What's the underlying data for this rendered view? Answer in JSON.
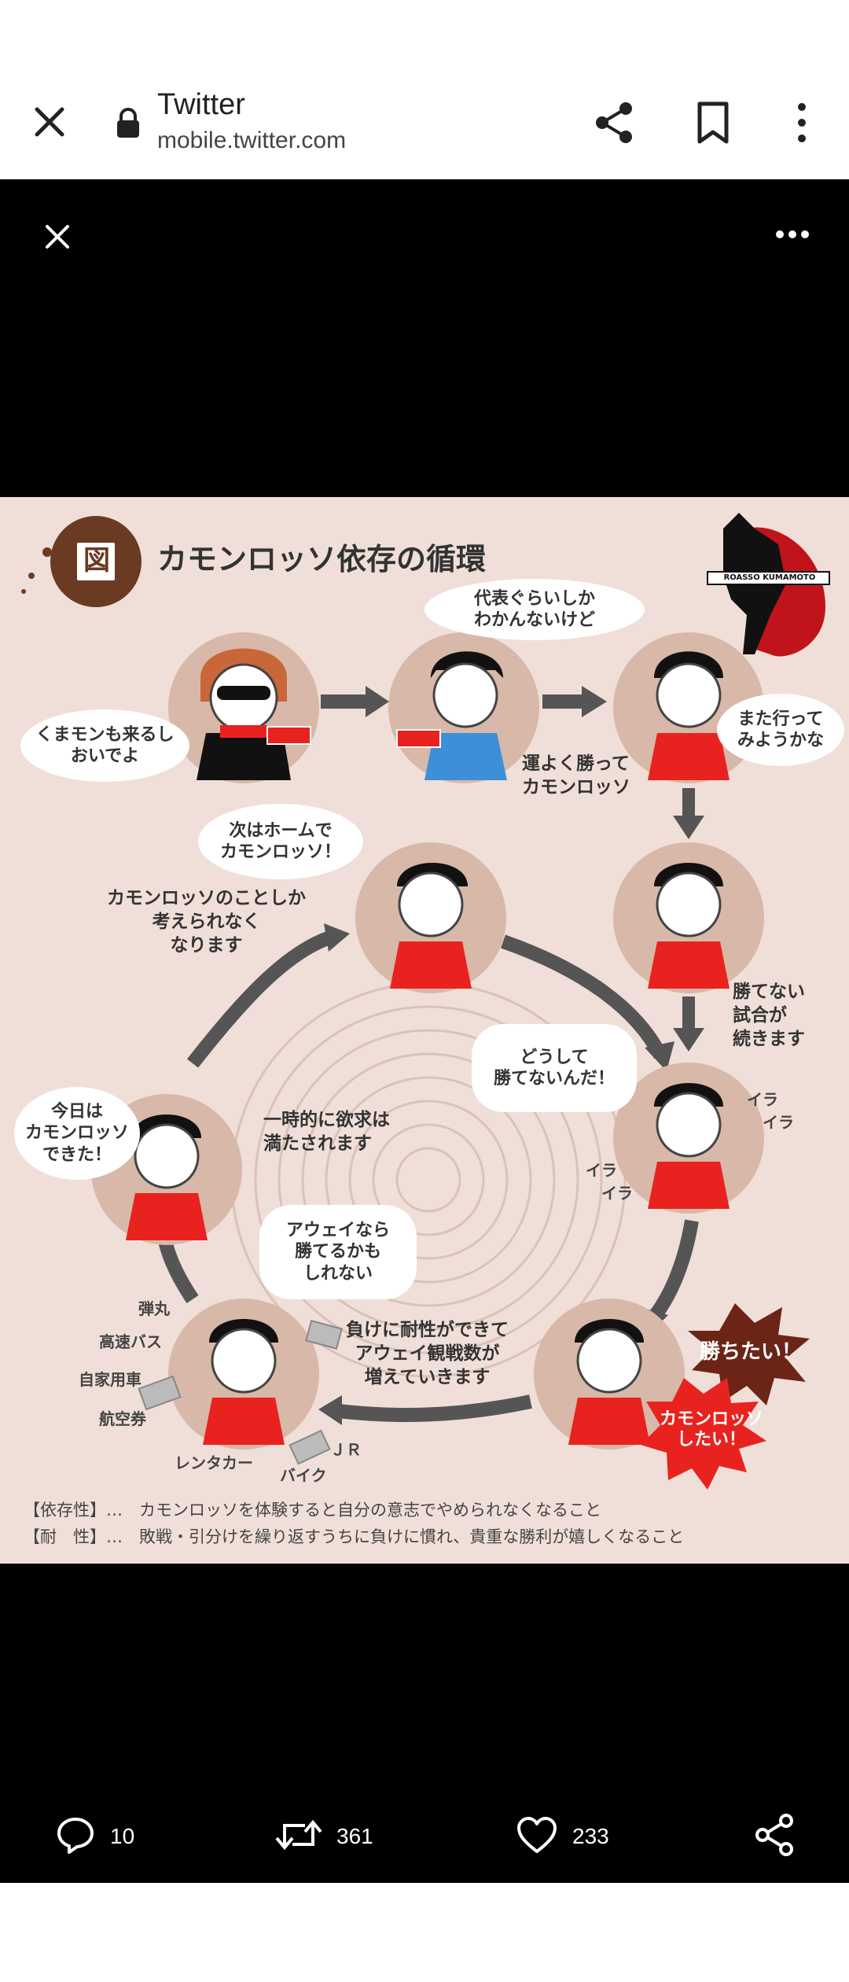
{
  "browser": {
    "title": "Twitter",
    "url": "mobile.twitter.com"
  },
  "infographic": {
    "badge": "図",
    "title": "カモンロッソ依存の循環",
    "logo_text": "ROASSO KUMAMOTO",
    "bubbles": {
      "kumamon": "くまモンも来るし\nおいでよ",
      "daihyo": "代表ぐらいしか\nわかんないけど",
      "mata": "また行って\nみようかな",
      "tsugi": "次はホームで\nカモンロッソ！",
      "kyou": "今日は\nカモンロッソ\nできた！",
      "doushite": "どうして\n勝てないんだ！",
      "away": "アウェイなら\n勝てるかも\nしれない"
    },
    "notes": {
      "unyoku": "運よく勝って\nカモンロッソ",
      "kotoshika": "カモンロッソのことしか\n考えられなく\nなります",
      "katenai": "勝てない\n試合が\n続きます",
      "ichiji": "一時的に欲求は\n満たされます",
      "makeni": "負けに耐性ができて\nアウェイ観戦数が\n増えていきます",
      "ira1": "イラ\n　イラ",
      "ira2": "イラ\n　イラ"
    },
    "transport": [
      "弾丸",
      "高速バス",
      "自家用車",
      "航空券",
      "レンタカー",
      "ＪＲ",
      "バイク"
    ],
    "bursts": {
      "kachitai": "勝ちたい！",
      "shitai": "カモンロッソ\nしたい！"
    },
    "legend": [
      "【依存性】…　カモンロッソを体験すると自分の意志でやめられなくなること",
      "【耐　性】…　敗戦・引分けを繰り返すうちに負けに慣れ、貴重な勝利が嬉しくなること"
    ]
  },
  "actions": {
    "reply_count": "10",
    "retweet_count": "361",
    "like_count": "233"
  },
  "icons": {
    "close": "close-icon",
    "lock": "lock-icon",
    "share": "share-icon",
    "bookmark": "bookmark-icon",
    "more": "more-vert-icon",
    "reply": "reply-icon",
    "retweet": "retweet-icon",
    "like": "heart-icon"
  },
  "colors": {
    "shirt_red": "#e8231f",
    "face_circle": "#d8b8a8",
    "background_pink": "#f0dfd8"
  }
}
